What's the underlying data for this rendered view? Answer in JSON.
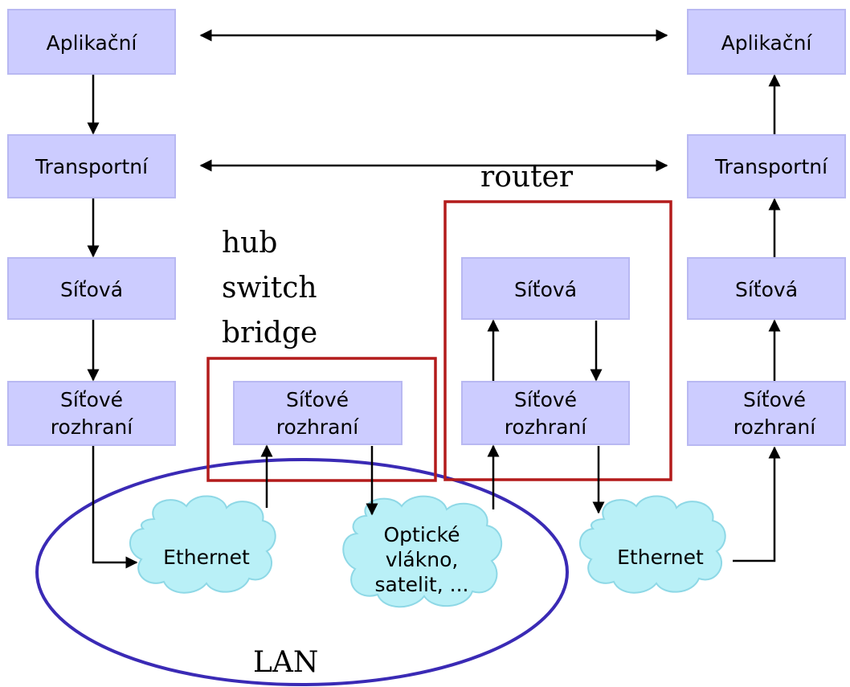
{
  "colors": {
    "box_fill": "#ccccff",
    "box_stroke": "#b8b8f2",
    "cloud_fill": "#b9f0f7",
    "cloud_stroke": "#8ed8e6",
    "device_frame": "#b31b1b",
    "lan_ellipse": "#3a2ab5",
    "arrow": "#000000"
  },
  "left_stack": {
    "application": "Aplikační",
    "transport": "Transportní",
    "network": "Síťová",
    "interface_line1": "Síťové",
    "interface_line2": "rozhraní"
  },
  "right_stack": {
    "application": "Aplikační",
    "transport": "Transportní",
    "network": "Síťová",
    "interface_line1": "Síťové",
    "interface_line2": "rozhraní"
  },
  "hub_device": {
    "labels": [
      "hub",
      "switch",
      "bridge"
    ],
    "interface_line1": "Síťové",
    "interface_line2": "rozhraní"
  },
  "router_device": {
    "label": "router",
    "network": "Síťová",
    "interface_line1": "Síťové",
    "interface_line2": "rozhraní"
  },
  "media": {
    "ethernet_left": "Ethernet",
    "optic_line1": "Optické",
    "optic_line2": "vlákno,",
    "optic_line3": "satelit, ...",
    "ethernet_right": "Ethernet"
  },
  "lan_label": "LAN"
}
